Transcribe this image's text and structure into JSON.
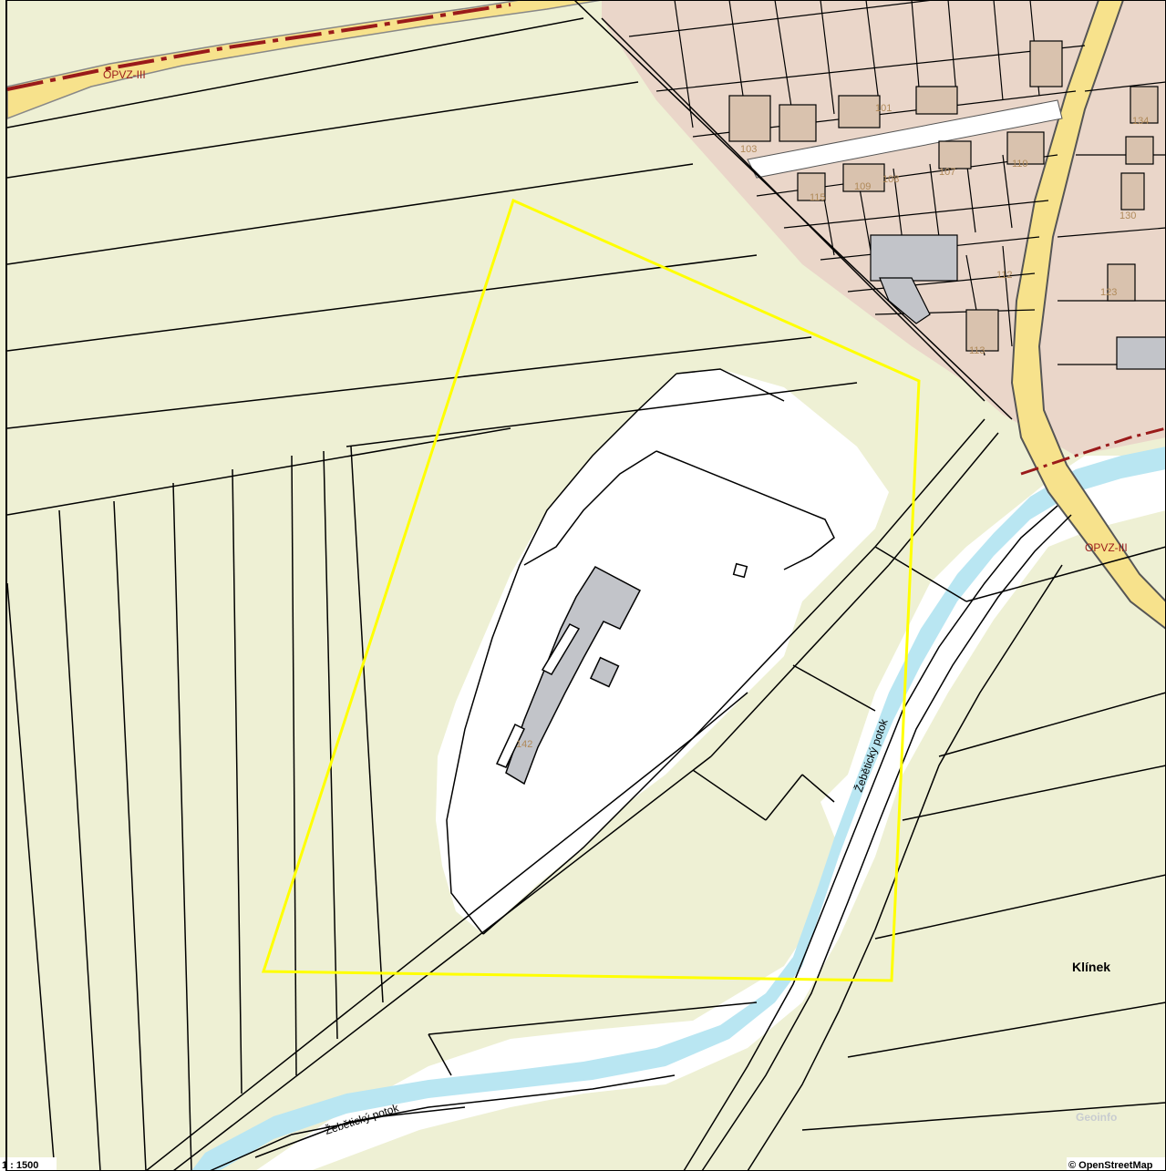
{
  "map": {
    "scale_label": "1 : 1500",
    "attribution": "© OpenStreetMap",
    "watermark": "Geoinfo",
    "place_label": "Klínek",
    "stream_label_upper": "Žebětický potok",
    "stream_label_lower": "Žebětický potok",
    "zone_label_top": "OPVZ-III",
    "zone_label_right": "OPVZ-III",
    "building_number_main": "142",
    "house_numbers": [
      "101",
      "103",
      "107",
      "108",
      "109",
      "110",
      "112",
      "113",
      "123",
      "130",
      "134",
      "115"
    ],
    "colors": {
      "land": "#eef0d4",
      "built_area": "#ead6c9",
      "road_fill": "#f7e28c",
      "water": "#b9e6f2",
      "building": "#c2c4c9",
      "selection": "#ffff00",
      "zone_line": "#9a1a1a",
      "parcel_line": "#000000"
    }
  }
}
